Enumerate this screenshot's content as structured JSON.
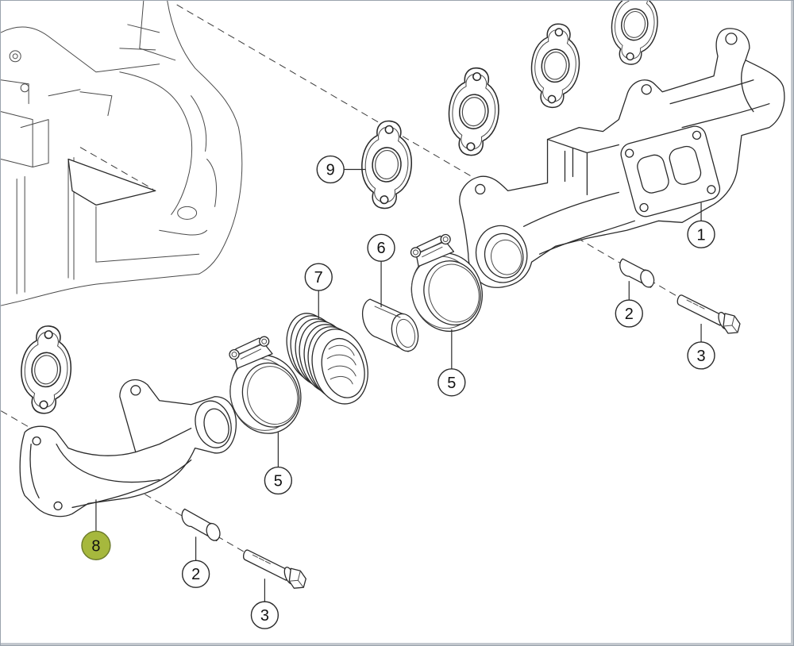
{
  "diagram": {
    "line_color": "#2a2a2a",
    "highlight_color": "#a6b83d",
    "frame_color": "#9aa3ad"
  },
  "callouts": [
    {
      "label": "9"
    },
    {
      "label": "1"
    },
    {
      "label": "6"
    },
    {
      "label": "7"
    },
    {
      "label": "2"
    },
    {
      "label": "3"
    },
    {
      "label": "5"
    },
    {
      "label": "5"
    },
    {
      "label": "8",
      "selected": true
    },
    {
      "label": "2"
    },
    {
      "label": "3"
    }
  ]
}
